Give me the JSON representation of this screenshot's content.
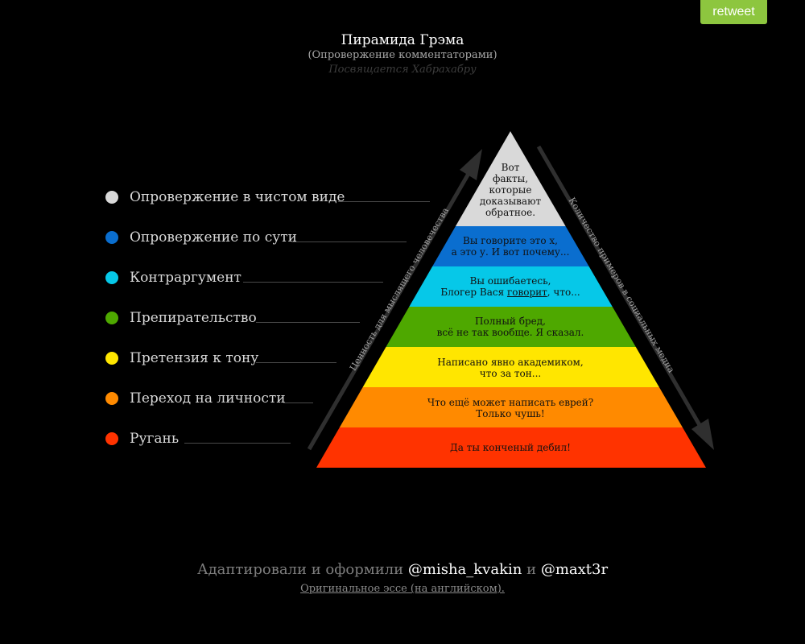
{
  "retweet_label": "retweet",
  "header": {
    "title": "Пирамида Грэма",
    "subtitle": "(Опровержение комментаторами)",
    "dedication": "Посвящается Хабрахабру"
  },
  "legend": [
    {
      "label": "Опровержение в чистом виде",
      "color": "#d9d9d9"
    },
    {
      "label": "Опровержение по сути",
      "color": "#0a6ecf"
    },
    {
      "label": "Контраргумент",
      "color": "#06c8e8"
    },
    {
      "label": "Препирательство",
      "color": "#4ea800"
    },
    {
      "label": "Претензия к тону",
      "color": "#ffe600"
    },
    {
      "label": "Переход на личности",
      "color": "#ff8a00"
    },
    {
      "label": "Ругань",
      "color": "#ff3300"
    }
  ],
  "pyramid": {
    "levels": [
      {
        "lines": [
          "Вот",
          "факты,",
          "которые",
          "доказывают",
          "обратное."
        ],
        "color": "#d9d9d9"
      },
      {
        "lines": [
          "Вы говорите это х,",
          "а это у. И вот почему..."
        ],
        "color": "#0a6ecf"
      },
      {
        "pre": "Вы ошибаетесь,",
        "line2_start": "Блогер Вася ",
        "link": "говорит",
        "line2_end": ", что...",
        "color": "#06c8e8"
      },
      {
        "lines": [
          "Полный бред,",
          "всё не так вообще. Я сказал."
        ],
        "color": "#4ea800"
      },
      {
        "lines": [
          "Написано явно академиком,",
          "что за тон..."
        ],
        "color": "#ffe600"
      },
      {
        "lines": [
          "Что ещё может написать еврей?",
          "Только чушь!"
        ],
        "color": "#ff8a00"
      },
      {
        "lines": [
          "Да ты конченый дебил!"
        ],
        "color": "#ff3300"
      }
    ],
    "left_arrow_label": "Ценность для мыслящего человечества",
    "right_arrow_label": "Количество примеров в социальных медиа"
  },
  "footer": {
    "credits_prefix": "Адаптировали и оформили",
    "author1": "@misha_kvakin",
    "conjunction": "и",
    "author2": "@maxt3r",
    "essay_link": "Оригинальное эссе (на английском)."
  }
}
